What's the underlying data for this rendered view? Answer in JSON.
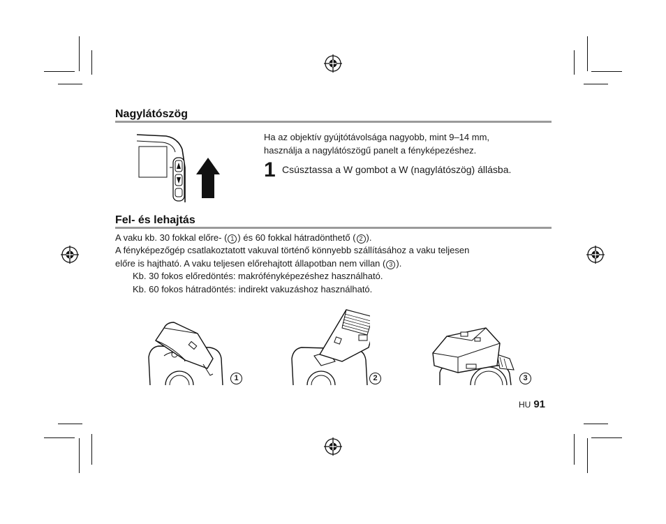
{
  "section1": {
    "title": "Nagylátószög",
    "intro_line1": "Ha az objektív gyújtótávolsága nagyobb, mint 9–14 mm,",
    "intro_line2": "használja a nagylátószögű panelt a fényképezéshez.",
    "step_number": "1",
    "step_text": "Csúsztassa a W gombot a W (nagylátószög) állásba."
  },
  "section2": {
    "title": "Fel- és lehajtás",
    "line1_a": "A vaku kb. 30 fokkal előre- (",
    "line1_b": ") és 60 fokkal hátradönthető (",
    "line1_c": ").",
    "line2": "A fényképezőgép csatlakoztatott vakuval történő könnyebb szállításához a vaku teljesen",
    "line3_a": "előre is hajtható. A vaku teljesen előrehajtott állapotban nem villan (",
    "line3_b": ").",
    "bullet1": "Kb. 30 fokos előredöntés: makrófényképezéshez használható.",
    "bullet2": "Kb. 60 fokos hátradöntés: indirekt vakuzáshoz használható.",
    "markers": [
      "1",
      "2",
      "3"
    ]
  },
  "footer": {
    "lang": "HU",
    "page": "91"
  }
}
